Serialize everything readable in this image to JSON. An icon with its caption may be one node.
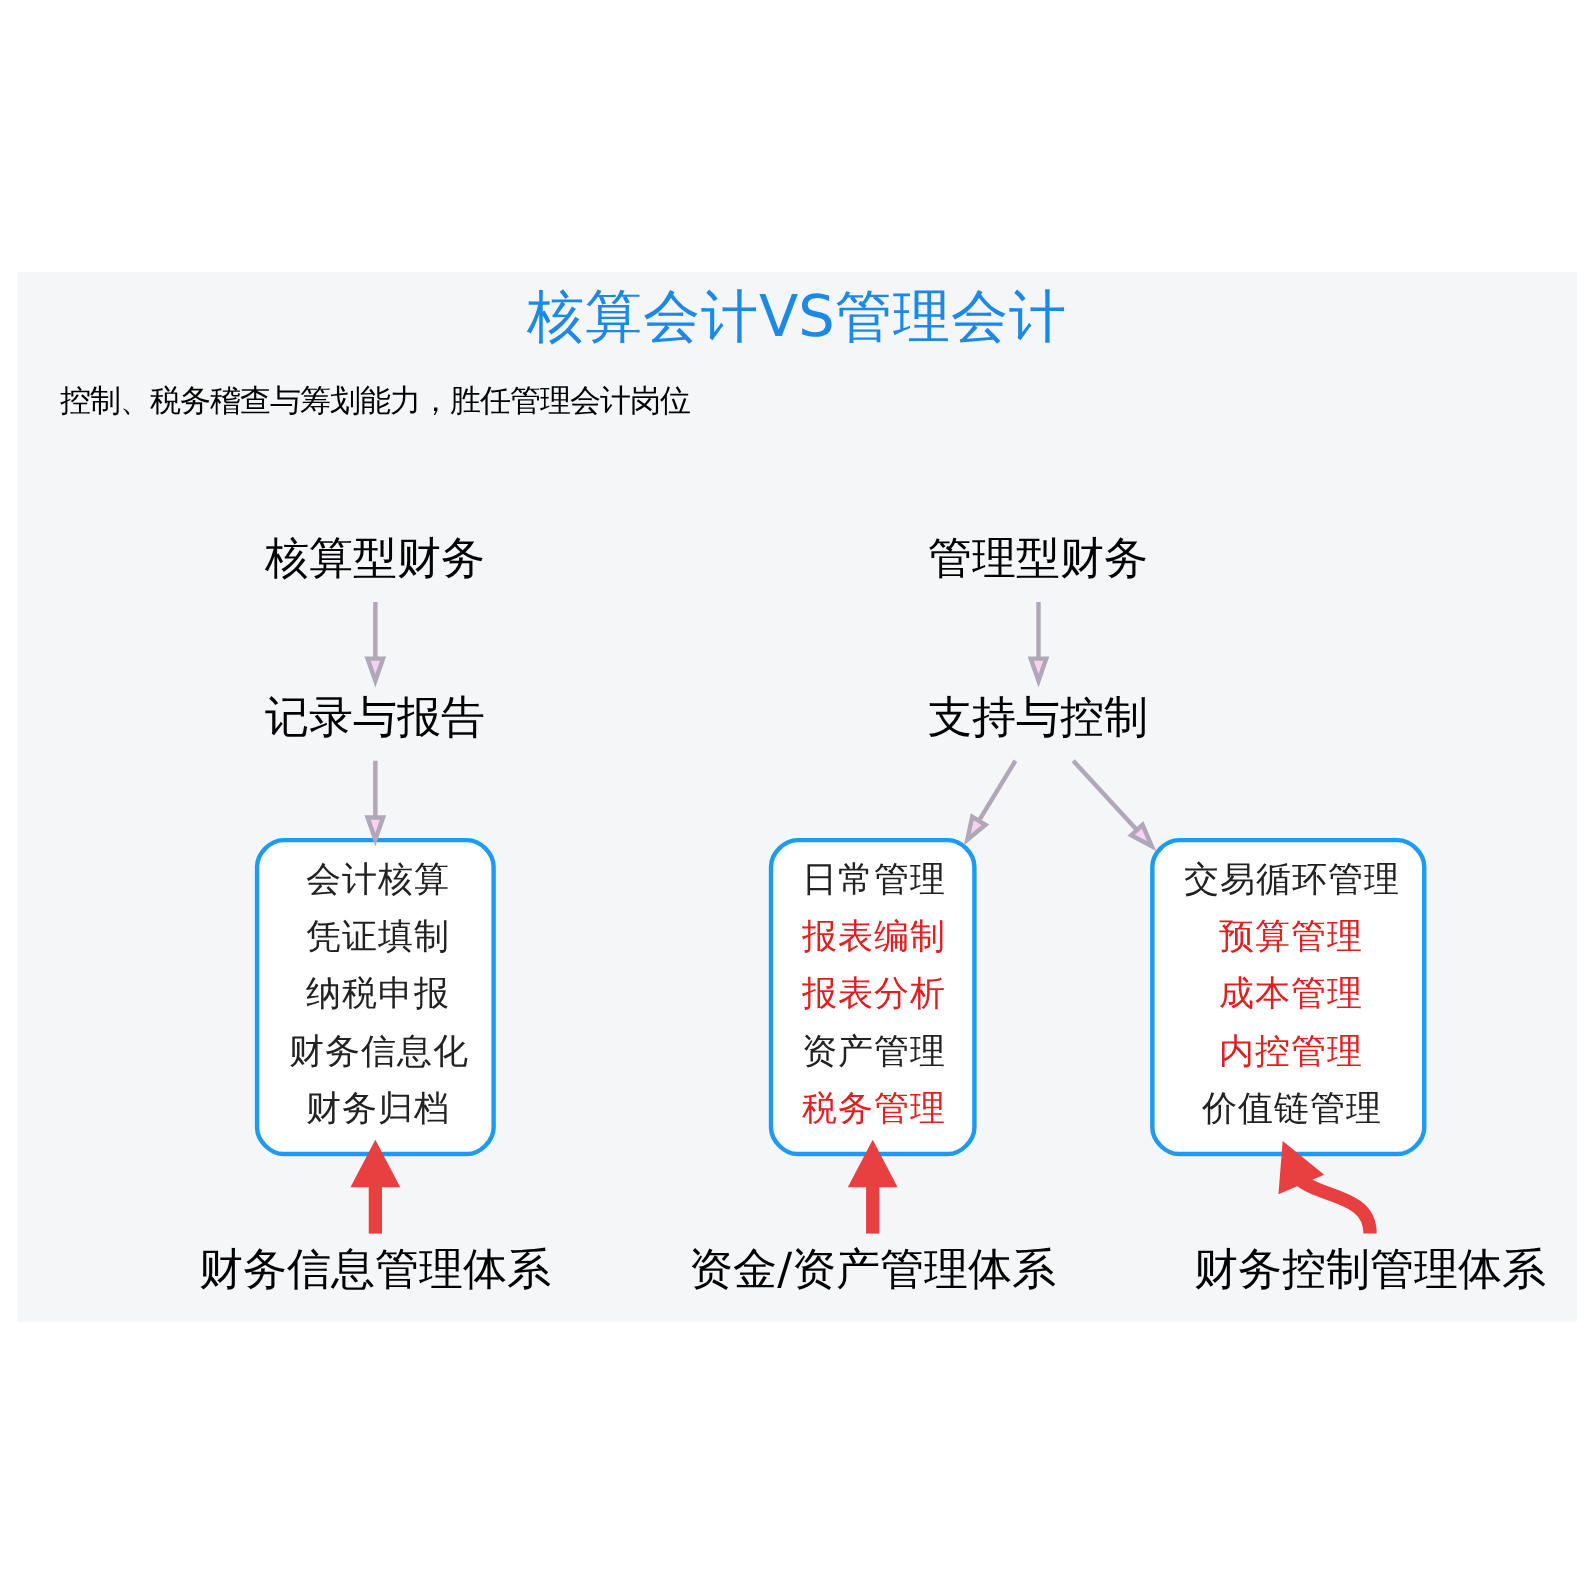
{
  "diagram": {
    "title": "核算会计VS管理会计",
    "nodes": [
      {
        "text": [
          "核算型财务"
        ]
      },
      {
        "text": [
          "管理型财务"
        ]
      },
      {
        "text": [
          "记录与报告"
        ]
      },
      {
        "text": [
          "支持与控制"
        ]
      },
      {
        "text": [
          "会计核算",
          "凭证填制",
          "纳税申报",
          "财务信息化",
          "财务归档"
        ]
      },
      {
        "text": [
          "日常管理",
          "报表编制",
          "报表分析",
          "资产管理",
          "税务管理"
        ]
      },
      {
        "text": [
          "交易循环管理",
          "预算管理",
          "成本管理",
          "内控管理",
          "价值链管理"
        ]
      },
      {
        "text": [
          "财务信息管理体系"
        ]
      },
      {
        "text": [
          "资金/资产管理体系"
        ]
      },
      {
        "text": [
          "财务控制管理体系"
        ]
      }
    ],
    "edges": [
      {
        "from": 0,
        "to": 2,
        "arrow": "to"
      },
      {
        "from": 1,
        "to": 3,
        "arrow": "to"
      },
      {
        "from": 2,
        "to": 4,
        "arrow": "to"
      },
      {
        "from": 3,
        "to": 5,
        "arrow": "to"
      },
      {
        "from": 3,
        "to": 6,
        "arrow": "to"
      },
      {
        "from": 7,
        "to": 4,
        "arrow": "to",
        "style": "thick",
        "color": "#e84040"
      },
      {
        "from": 8,
        "to": 5,
        "arrow": "to",
        "style": "thick",
        "color": "#e84040"
      },
      {
        "from": 9,
        "to": 6,
        "arrow": "to",
        "style": "thick",
        "color": "#e84040"
      }
    ],
    "labels": [
      "控制、税务稽查与筹划能力，胜任管理会计岗位"
    ]
  }
}
